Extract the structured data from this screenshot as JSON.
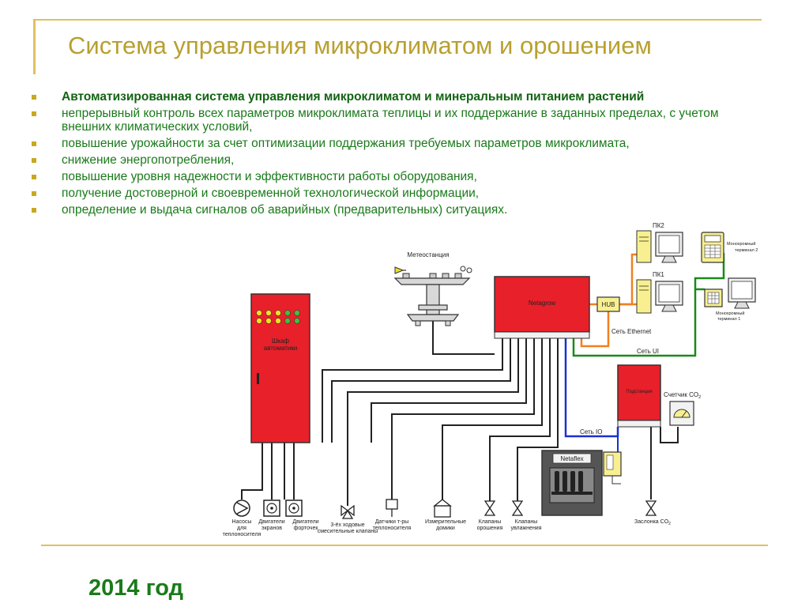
{
  "title": "Система управления микроклиматом и орошением",
  "bullets": [
    {
      "text": "Автоматизированная система управления микроклиматом и минеральным питанием растений",
      "bold": true
    },
    {
      "text": "непрерывный контроль всех параметров микроклимата теплицы и их поддержание в заданных пределах, с учетом внешних климатических условий,",
      "bold": false
    },
    {
      "text": "повышение урожайности за счет оптимизации поддержания требуемых параметров микроклимата,",
      "bold": false
    },
    {
      "text": "снижение энергопотребления,",
      "bold": false
    },
    {
      "text": "повышение уровня надежности и эффективности работы оборудования,",
      "bold": false
    },
    {
      "text": "получение  достоверной и своевременной технологической информации,",
      "bold": false
    },
    {
      "text": "определение и выдача сигналов об аварийных (предварительных) ситуациях.",
      "bold": false
    }
  ],
  "diagram": {
    "meteo_station": "Метеостанция",
    "netagrow": "Netagrow",
    "cabinet": "Шкаф автоматики",
    "hub": "HUB",
    "pc2": "ПК2",
    "pc1": "ПК1",
    "ethernet": "Сеть Ethernet",
    "net_ui": "Сеть UI",
    "net_io": "Сеть IO",
    "mono_terminal_2": "Монохромный терминал 2",
    "mono_terminal_1": "Монохромный терминал 1",
    "substation": "Подстанция",
    "co2_counter": "Счетчик CO",
    "co2_sub": "2",
    "netaflex": "Netaflex",
    "devices": [
      {
        "id": "pumps",
        "label": "Насосы для теплоносителя"
      },
      {
        "id": "screen-motors",
        "label": "Двигатели экранов"
      },
      {
        "id": "vent-motors",
        "label": "Двигатели форточек"
      },
      {
        "id": "mixing-valves",
        "label": "3-ёх ходовые смесительные клапаны"
      },
      {
        "id": "temp-sensors",
        "label": "Датчики т-ры теплоносителя"
      },
      {
        "id": "measure-boxes",
        "label": "Измерительные домики"
      },
      {
        "id": "irrigation-valves",
        "label": "Клапаны орошения"
      },
      {
        "id": "humid-valves",
        "label": "Клапаны увлажнения"
      },
      {
        "id": "co2-damper",
        "label": "Заслонка CO"
      }
    ],
    "co2_damper_sub": "2",
    "colors": {
      "red": "#e8202a",
      "orange": "#f08020",
      "green": "#1a8a1a",
      "blue": "#1a30d0",
      "yellow": "#f8f090"
    }
  },
  "year": "2014 год"
}
